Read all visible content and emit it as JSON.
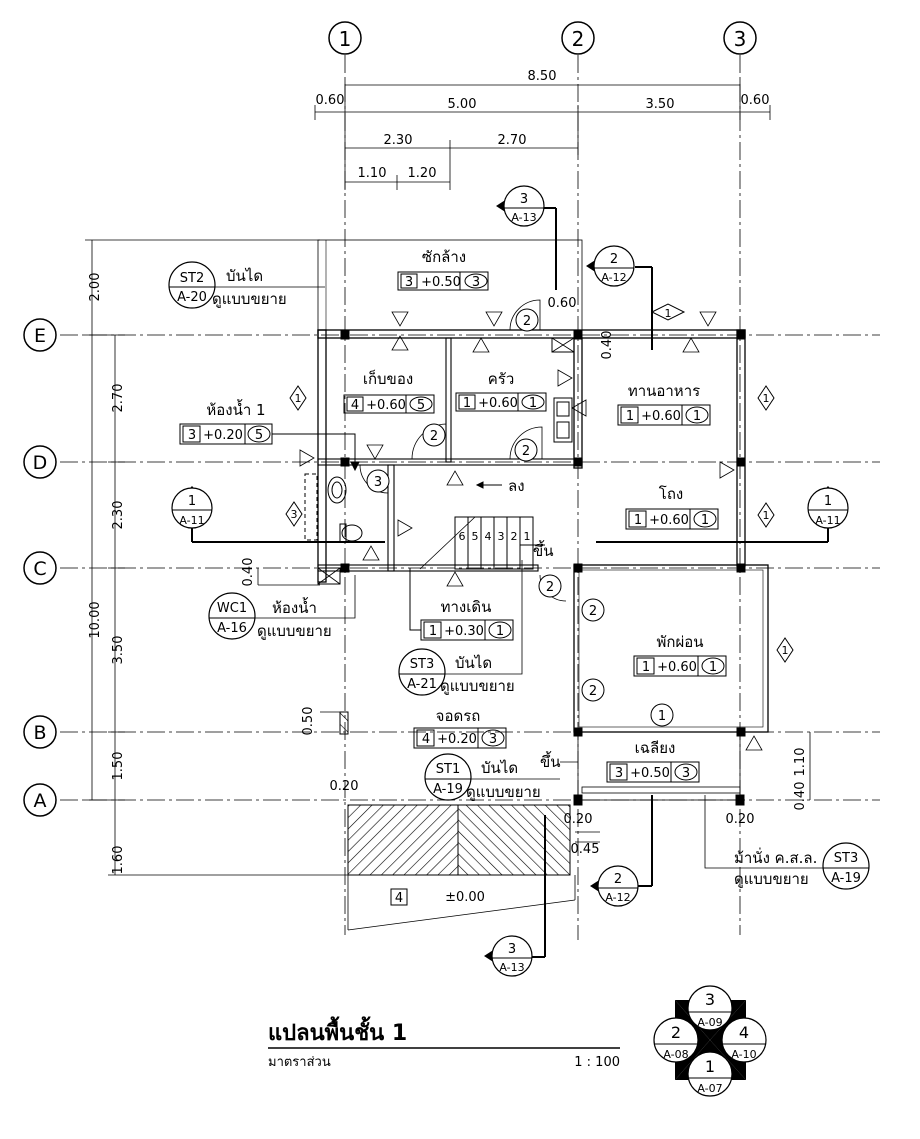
{
  "grid": {
    "cols": [
      "1",
      "2",
      "3"
    ],
    "rows": [
      "E",
      "D",
      "C",
      "B",
      "A"
    ]
  },
  "dims_top": {
    "overall": "8.50",
    "left_overhang": "0.60",
    "bay_1_2": "5.00",
    "bay_2_3": "3.50",
    "right_overhang": "0.60",
    "sub_a": "2.30",
    "sub_b": "2.70",
    "sub_c": "1.10",
    "sub_d": "1.20",
    "door_gap": "0.60"
  },
  "dims_left": {
    "top_extension": "2.00",
    "e_d": "2.70",
    "d_c": "2.30",
    "c_b": "3.50",
    "b_a": "1.50",
    "a_bottom": "1.60",
    "overall": "10.00",
    "small_040": "0.40",
    "small_050": "0.50",
    "small_020": "0.20"
  },
  "dims_misc": {
    "d_040_top": "0.40",
    "d_110": "1.10",
    "d_040_r": "0.40",
    "d_020_a": "0.20",
    "d_020_b": "0.20",
    "d_045": "0.45"
  },
  "rooms": {
    "laundry": {
      "name": "ซักล้าง",
      "num": "3",
      "level": "+0.50",
      "finish": "3"
    },
    "storage": {
      "name": "เก็บของ",
      "num": "4",
      "level": "+0.60",
      "finish": "5"
    },
    "kitchen": {
      "name": "ครัว",
      "num": "1",
      "level": "+0.60",
      "finish": "1"
    },
    "dining": {
      "name": "ทานอาหาร",
      "num": "1",
      "level": "+0.60",
      "finish": "1"
    },
    "bath1": {
      "name": "ห้องน้ำ 1",
      "num": "3",
      "level": "+0.20",
      "finish": "5"
    },
    "hall": {
      "name": "โถง",
      "num": "1",
      "level": "+0.60",
      "finish": "1"
    },
    "walkway": {
      "name": "ทางเดิน",
      "num": "1",
      "level": "+0.30",
      "finish": "1"
    },
    "living": {
      "name": "พักผ่อน",
      "num": "1",
      "level": "+0.60",
      "finish": "1"
    },
    "parking": {
      "name": "จอดรถ",
      "num": "4",
      "level": "+0.20",
      "finish": "3"
    },
    "porch": {
      "name": "เฉลียง",
      "num": "3",
      "level": "+0.50",
      "finish": "3"
    },
    "ground": {
      "num": "4",
      "level": "±0.00"
    }
  },
  "callouts": {
    "st2": {
      "code": "ST2",
      "sheet": "A-20",
      "label": "บันได",
      "sub": "ดูแบบขยาย"
    },
    "st3_stair": {
      "code": "ST3",
      "sheet": "A-21",
      "label": "บันได",
      "sub": "ดูแบบขยาย"
    },
    "st1": {
      "code": "ST1",
      "sheet": "A-19",
      "label": "บันได",
      "sub": "ดูแบบขยาย"
    },
    "wc1": {
      "code": "WC1",
      "sheet": "A-16",
      "label": "ห้องน้ำ",
      "sub": "ดูแบบขยาย"
    },
    "st3_bench": {
      "code": "ST3",
      "sheet": "A-19",
      "label": "ม้านั่ง ค.ส.ล.",
      "sub": "ดูแบบขยาย"
    }
  },
  "sections": {
    "s3_top": {
      "num": "3",
      "sheet": "A-13"
    },
    "s2_top": {
      "num": "2",
      "sheet": "A-12"
    },
    "s1_left": {
      "num": "1",
      "sheet": "A-11"
    },
    "s1_right": {
      "num": "1",
      "sheet": "A-11"
    },
    "s2_bottom": {
      "num": "2",
      "sheet": "A-12"
    },
    "s3_bottom": {
      "num": "3",
      "sheet": "A-13"
    }
  },
  "stair": {
    "down": "ลง",
    "up": "ขึ้น",
    "up_porch": "ขึ้น",
    "steps": [
      "6",
      "5",
      "4",
      "3",
      "2",
      "1"
    ]
  },
  "tags": {
    "window_1": "1",
    "window_2": "2",
    "window_3": "3",
    "door_1": "1",
    "door_2": "2",
    "door_3": "3"
  },
  "title_block": {
    "title": "แปลนพื้นชั้น 1",
    "scale_label": "มาตราส่วน",
    "scale_value": "1 : 100"
  },
  "elevation_key": {
    "top": {
      "num": "3",
      "sheet": "A-09"
    },
    "left": {
      "num": "2",
      "sheet": "A-08"
    },
    "right": {
      "num": "4",
      "sheet": "A-10"
    },
    "bottom": {
      "num": "1",
      "sheet": "A-07"
    }
  }
}
